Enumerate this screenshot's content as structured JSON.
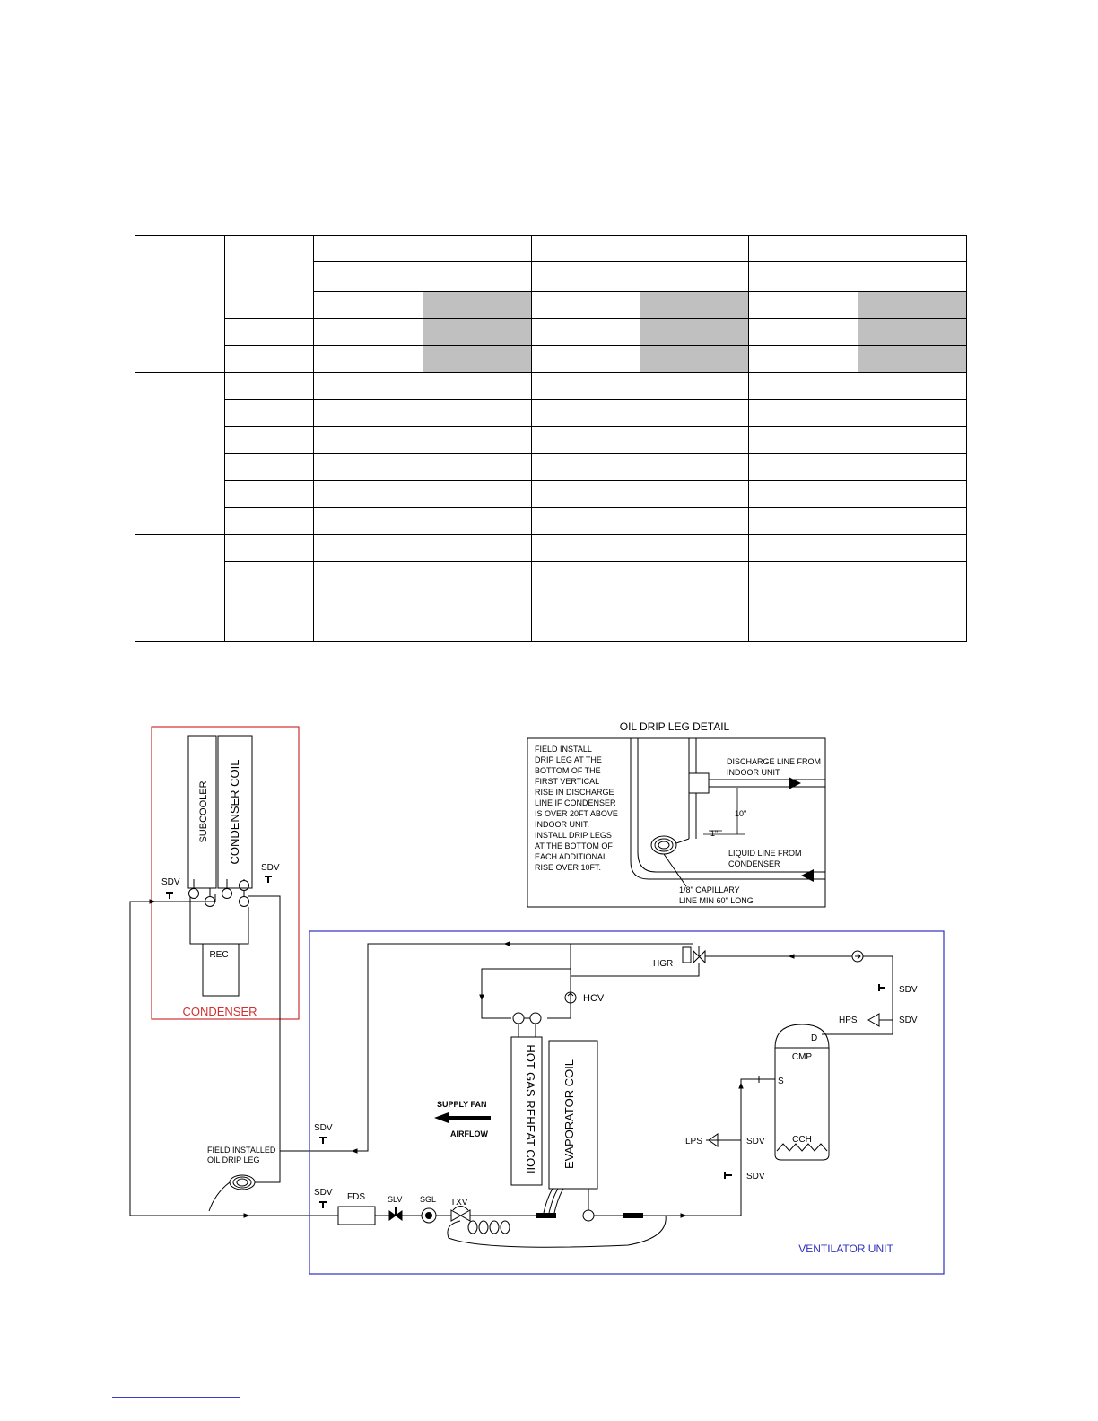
{
  "table": {
    "shaded_color": "#c0c0c0",
    "groups": [
      {
        "rows": 3,
        "shaded_columns": [
          3,
          5,
          7
        ]
      },
      {
        "rows": 6,
        "shaded_columns": []
      },
      {
        "rows": 4,
        "shaded_columns": []
      }
    ]
  },
  "diagram": {
    "condenser": {
      "label": "CONDENSER",
      "color": "#d03030",
      "subcooler": "SUBCOOLER",
      "coil": "CONDENSER COIL",
      "receiver": "REC",
      "sdv_left": "SDV",
      "sdv_right": "SDV"
    },
    "ventilator": {
      "label": "VENTILATOR UNIT",
      "color": "#3030c0",
      "reheat_coil": "HOT GAS REHEAT COIL",
      "evaporator_coil": "EVAPORATOR COIL",
      "supply_fan": "SUPPLY FAN",
      "airflow": "AIRFLOW",
      "hgr": "HGR",
      "hcv": "HCV",
      "hps": "HPS",
      "lps": "LPS",
      "cmp": "CMP",
      "cch": "CCH",
      "discharge_port": "D",
      "suction_port": "S",
      "fds": "FDS",
      "slv": "SLV",
      "sgl": "SGL",
      "txv": "TXV",
      "sdv": "SDV"
    },
    "field_oil_drip": [
      "FIELD INSTALLED",
      "OIL DRIP LEG"
    ],
    "oil_drip_detail": {
      "title": "OIL DRIP LEG DETAIL",
      "note": [
        "FIELD INSTALL",
        "DRIP LEG AT THE",
        "BOTTOM OF THE",
        "FIRST VERTICAL",
        "RISE IN DISCHARGE",
        "LINE IF CONDENSER",
        "IS OVER 20FT ABOVE",
        "INDOOR UNIT.",
        "INSTALL DRIP LEGS",
        "AT THE BOTTOM OF",
        "EACH ADDITIONAL",
        "RISE OVER 10FT."
      ],
      "discharge": [
        "DISCHARGE LINE FROM",
        "INDOOR UNIT"
      ],
      "liquid": [
        "LIQUID LINE FROM",
        "CONDENSER"
      ],
      "dim_10": "10\"",
      "dim_1": "1\"",
      "capillary": [
        "1/8\" CAPILLARY",
        "LINE MIN 60\" LONG"
      ]
    }
  }
}
